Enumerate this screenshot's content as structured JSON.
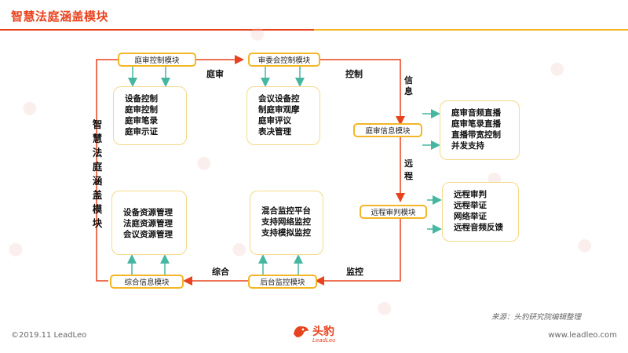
{
  "header": {
    "title": "智慧法庭涵盖模块"
  },
  "colors": {
    "accent_red": "#e8431f",
    "accent_gold": "#f2b627",
    "arrow_red": "#e8431f",
    "arrow_teal": "#45b7a0"
  },
  "vertical_label": "智慧法庭涵盖模块",
  "modules": {
    "court_control": "庭审控制模块",
    "committee_control": "审委会控制模块",
    "court_info": "庭审信息模块",
    "remote_trial": "远程审判模块",
    "integrated_info": "综合信息模块",
    "backend_monitor": "后台监控模块"
  },
  "lists": {
    "court_control": [
      "设备控制",
      "庭审控制",
      "庭审笔录",
      "庭审示证"
    ],
    "committee_control": [
      "会议设备控",
      "制庭审观摩",
      "庭审评议",
      "表决管理"
    ],
    "court_info": [
      "庭审音频直播",
      "庭审笔录直播",
      "直播带宽控制",
      "并发支持"
    ],
    "remote_trial": [
      "远程审判",
      "远程举证",
      "网络举证",
      "远程音频反馈"
    ],
    "integrated_info": [
      "设备资源管理",
      "法庭资源管理",
      "会议资源管理"
    ],
    "backend_monitor": [
      "混合监控平台",
      "支持网络监控",
      "支持模拟监控"
    ]
  },
  "edge_labels": {
    "trial": "庭审",
    "control": "控制",
    "info_1": "信",
    "info_2": "息",
    "remote_1": "远",
    "remote_2": "程",
    "monitor": "监控",
    "integrated": "综合"
  },
  "footer": {
    "source": "来源：头豹研究院编辑整理",
    "copyright": "©2019.11 LeadLeo",
    "website": "www.leadleo.com",
    "logo_text": "头豹",
    "logo_sub": "LeadLeo"
  }
}
